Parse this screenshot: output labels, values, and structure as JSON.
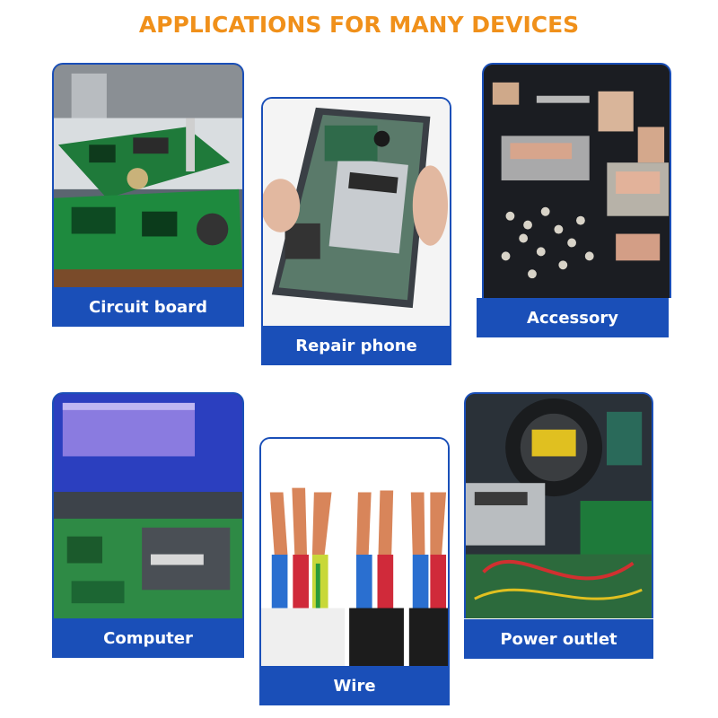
{
  "heading": "APPLICATIONS FOR MANY DEVICES",
  "colors": {
    "heading": "#f0901a",
    "label_bg": "#1a4fb8",
    "label_text": "#ffffff",
    "frame": "#1a4fb8"
  },
  "cards": [
    {
      "id": "circuit-board",
      "label": "Circuit board",
      "icon": "circuit-board-photo"
    },
    {
      "id": "repair-phone",
      "label": "Repair phone",
      "icon": "phone-repair-photo"
    },
    {
      "id": "accessory",
      "label": "Accessory",
      "icon": "electronic-components-photo"
    },
    {
      "id": "computer",
      "label": "Computer",
      "icon": "laptop-motherboard-photo"
    },
    {
      "id": "wire",
      "label": "Wire",
      "icon": "copper-wire-photo"
    },
    {
      "id": "power-outlet",
      "label": "Power outlet",
      "icon": "power-electronics-photo"
    }
  ]
}
